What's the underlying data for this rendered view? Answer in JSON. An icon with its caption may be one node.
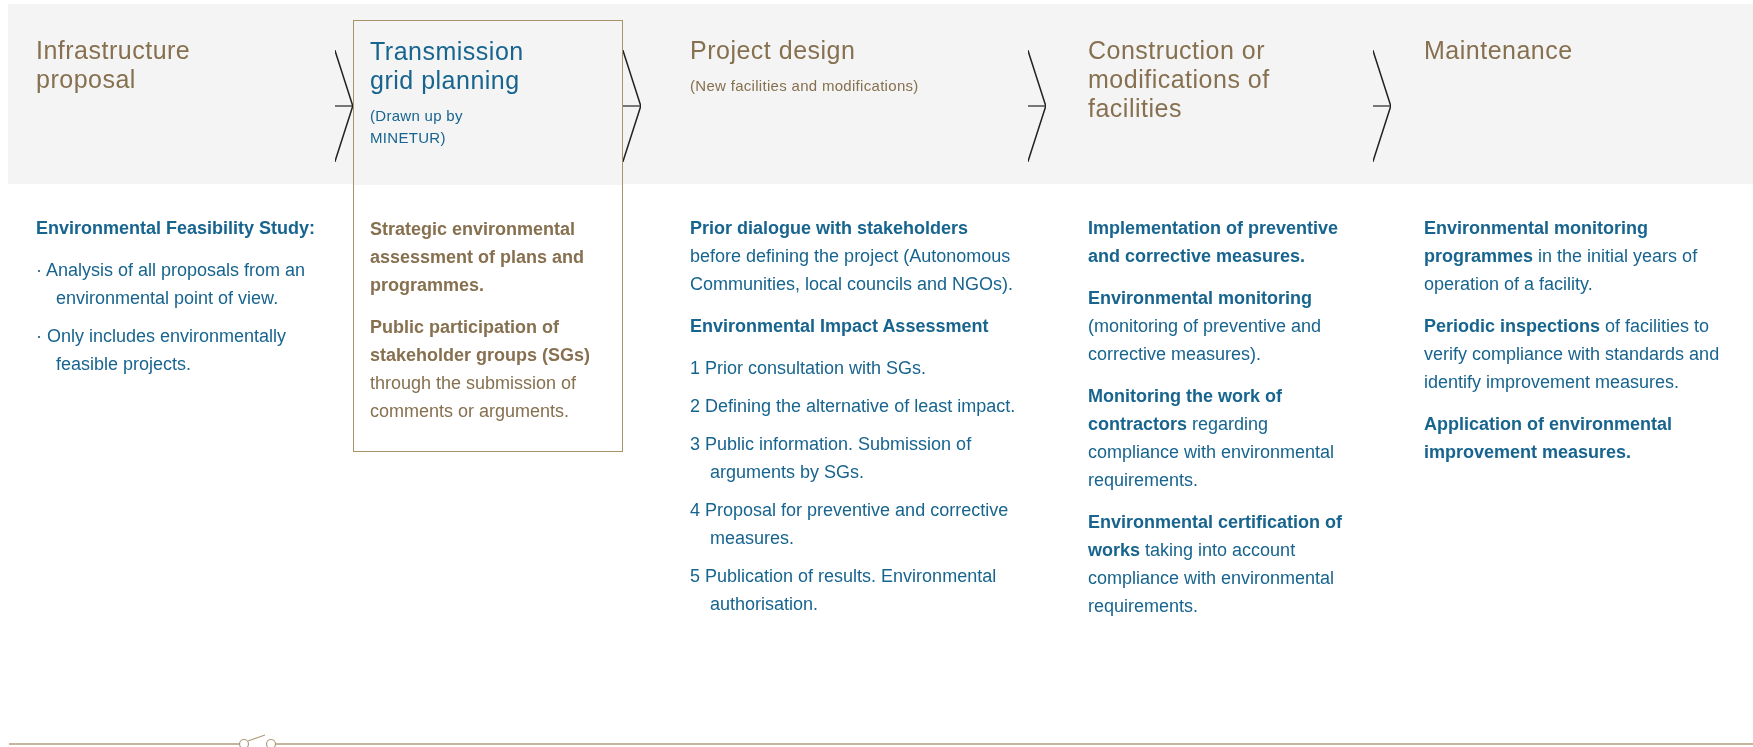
{
  "diagram": {
    "nodes": [
      {
        "text": [
          "Infrastructure proposal",
          "Environmental Feasibility Study:",
          "· Analysis of all proposals from an environmental point of view.",
          "· Only includes environmentally feasible projects."
        ]
      },
      {
        "text": [
          "Transmission grid planning",
          "(Drawn up by MINETUR)",
          "Strategic environmental assessment of plans and programmes.",
          "**Public participation of stakeholder groups (SGs)** through the submission of comments or arguments."
        ]
      },
      {
        "text": [
          "Project design",
          "(New facilities and modifications)",
          "**Prior dialogue with stakeholders** before defining the project (Autonomous Communities, local councils and NGOs).",
          "Environmental Impact Assessment",
          "1 Prior consultation with SGs.",
          "2 Defining the alternative of least impact.",
          "3 Public information. Submission of arguments by SGs.",
          "4 Proposal for preventive and corrective measures.",
          "5 Publication of results. Environmental authorisation."
        ]
      },
      {
        "text": [
          "Construction or modifications of facilities",
          "Implementation of preventive and corrective measures.",
          "**Environmental monitoring** (monitoring of preventive and corrective measures).",
          "**Monitoring the work of contractors** regarding compliance with environmental requirements.",
          "**Environmental certification of works** taking into account compliance with environmental requirements."
        ]
      },
      {
        "text": [
          "Maintenance",
          "**Environmental monitoring programmes** in the initial years of operation of a facility.",
          "**Periodic inspections** of facilities to verify compliance with standards and identify improvement measures.",
          "Application of environmental improvement measures."
        ]
      }
    ],
    "edges": [
      {
        "from": 0,
        "to": 1,
        "arrow": "to"
      },
      {
        "from": 1,
        "to": 2,
        "arrow": "to"
      },
      {
        "from": 2,
        "to": 3,
        "arrow": "to"
      },
      {
        "from": 3,
        "to": 4,
        "arrow": "to"
      }
    ]
  }
}
